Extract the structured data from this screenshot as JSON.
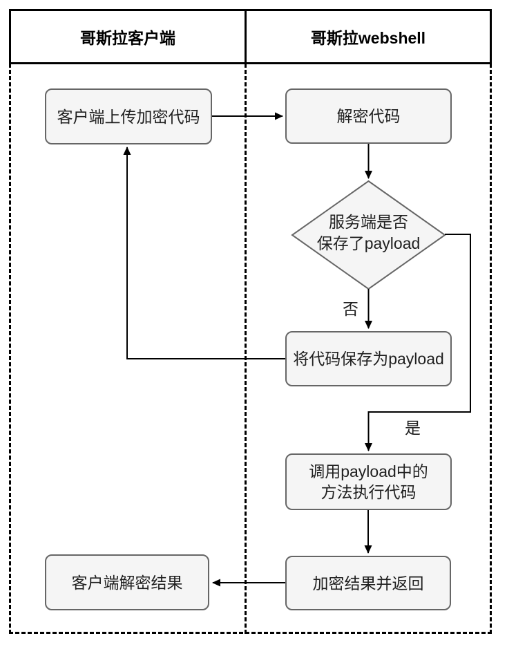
{
  "header": {
    "left_lane_title": "哥斯拉客户端",
    "right_lane_title": "哥斯拉webshell"
  },
  "nodes": {
    "client_upload": {
      "label": "客户端上传加密代码"
    },
    "decrypt_code": {
      "label": "解密代码"
    },
    "decision": {
      "line1": "服务端是否",
      "line2": "保存了payload"
    },
    "save_payload": {
      "label": "将代码保存为payload"
    },
    "call_payload": {
      "line1": "调用payload中的",
      "line2": "方法执行代码"
    },
    "encrypt_return": {
      "label": "加密结果并返回"
    },
    "client_decrypt": {
      "label": "客户端解密结果"
    }
  },
  "edges": {
    "no_label": "否",
    "yes_label": "是"
  },
  "colors": {
    "node_fill": "#f5f5f5",
    "node_border": "#666666",
    "line_color": "#000000",
    "text_color": "#1f1f1f"
  }
}
